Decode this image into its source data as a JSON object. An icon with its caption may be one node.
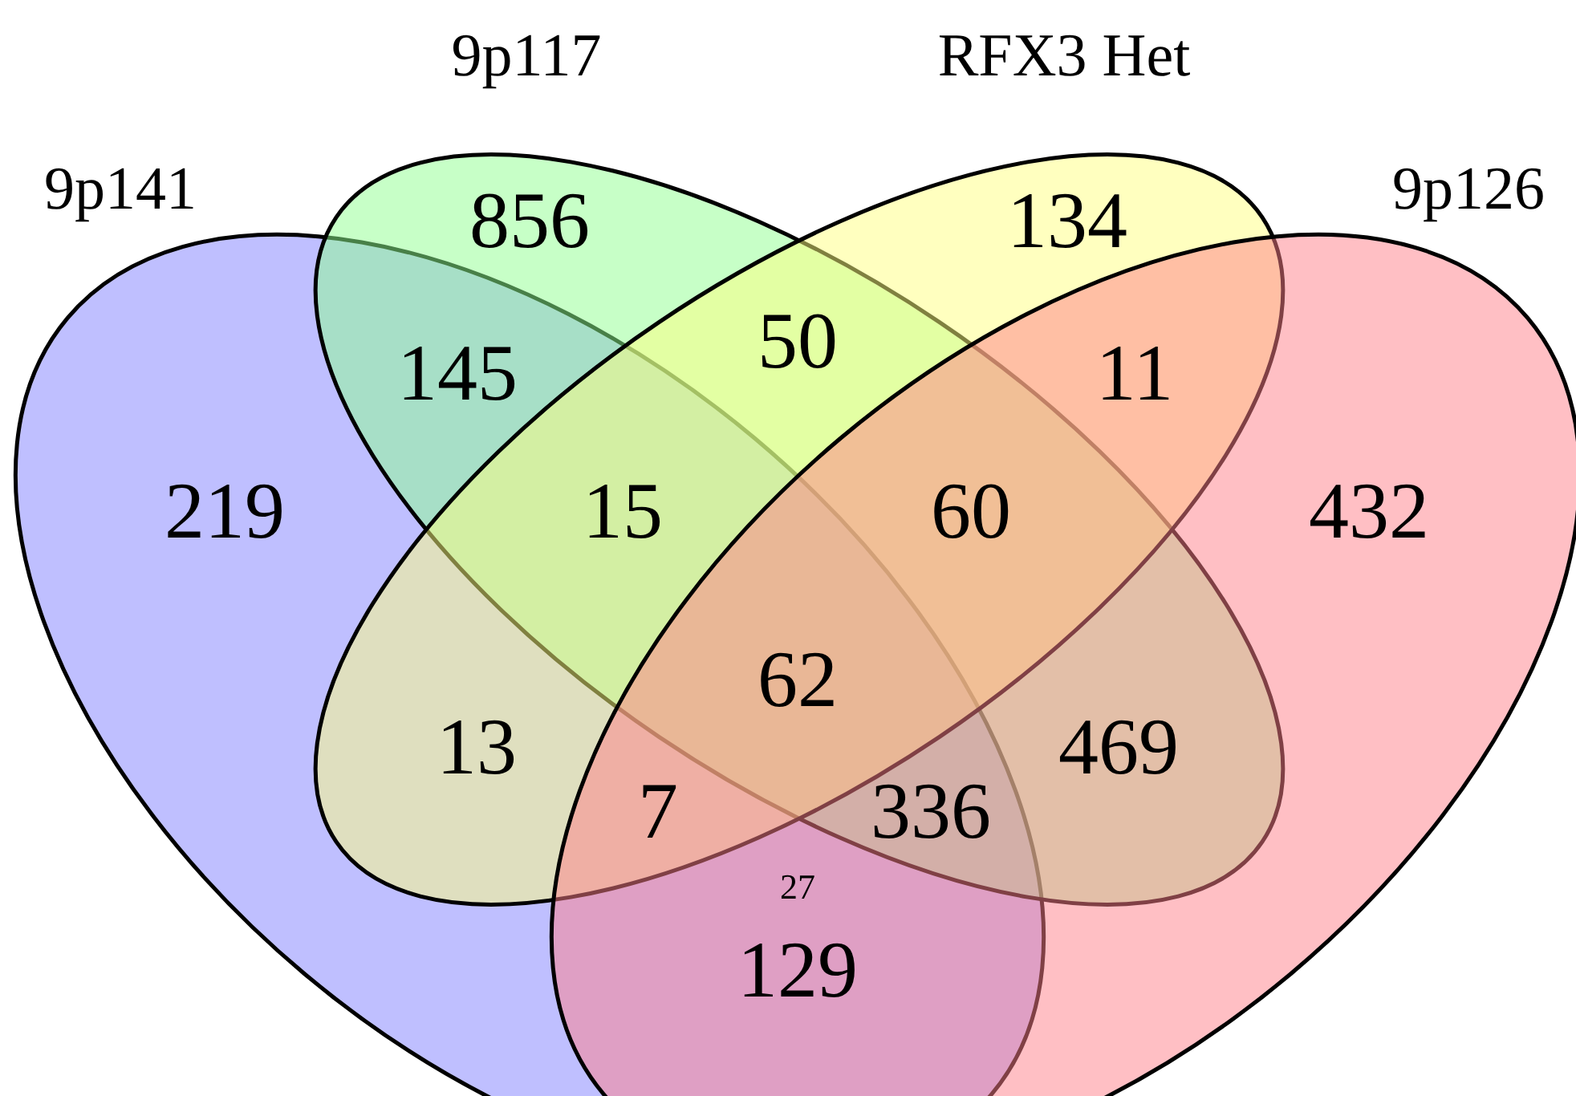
{
  "diagram": {
    "nodes": [
      {
        "text": [
          "9p141"
        ]
      },
      {
        "text": [
          "9p117"
        ]
      },
      {
        "text": [
          "RFX3 Het"
        ]
      },
      {
        "text": [
          "9p126"
        ]
      }
    ],
    "labels": [
      "856",
      "134",
      "145",
      "50",
      "11",
      "219",
      "15",
      "60",
      "432",
      "62",
      "13",
      "469",
      "7",
      "336",
      "129",
      "27"
    ]
  }
}
